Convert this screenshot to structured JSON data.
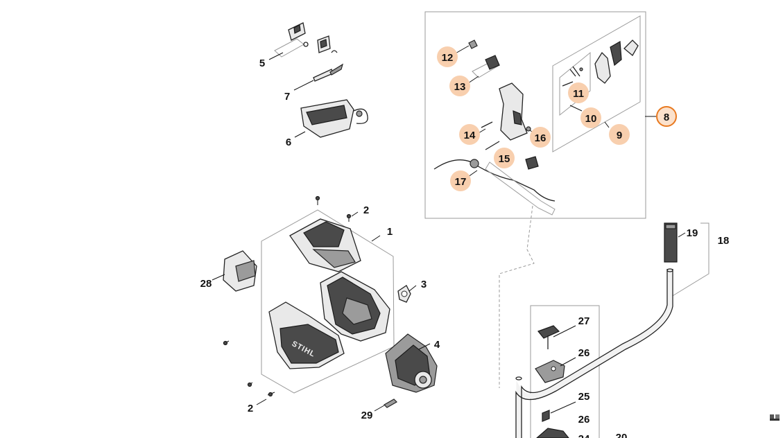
{
  "part_labels": {
    "p5": "5",
    "p7": "7",
    "p6": "6",
    "p2a": "2",
    "p1": "1",
    "p3": "3",
    "p28": "28",
    "p4": "4",
    "p2b": "2",
    "p29": "29",
    "p12": "12",
    "p13": "13",
    "p11": "11",
    "p10": "10",
    "p8": "8",
    "p9": "9",
    "p14": "14",
    "p16": "16",
    "p15": "15",
    "p17": "17",
    "p19": "19",
    "p18": "18",
    "p27": "27",
    "p26a": "26",
    "p25": "25",
    "p26b": "26",
    "p24": "24",
    "p20": "20"
  },
  "highlighted_parts": [
    "12",
    "13",
    "11",
    "10",
    "9",
    "14",
    "16",
    "15",
    "17"
  ],
  "selected_part": "8",
  "stamp_text": "STIHL",
  "colors": {
    "highlight_fill": "#f8cfae",
    "selected_outline": "#e8791f",
    "frame_outline": "#9a9a9a"
  }
}
